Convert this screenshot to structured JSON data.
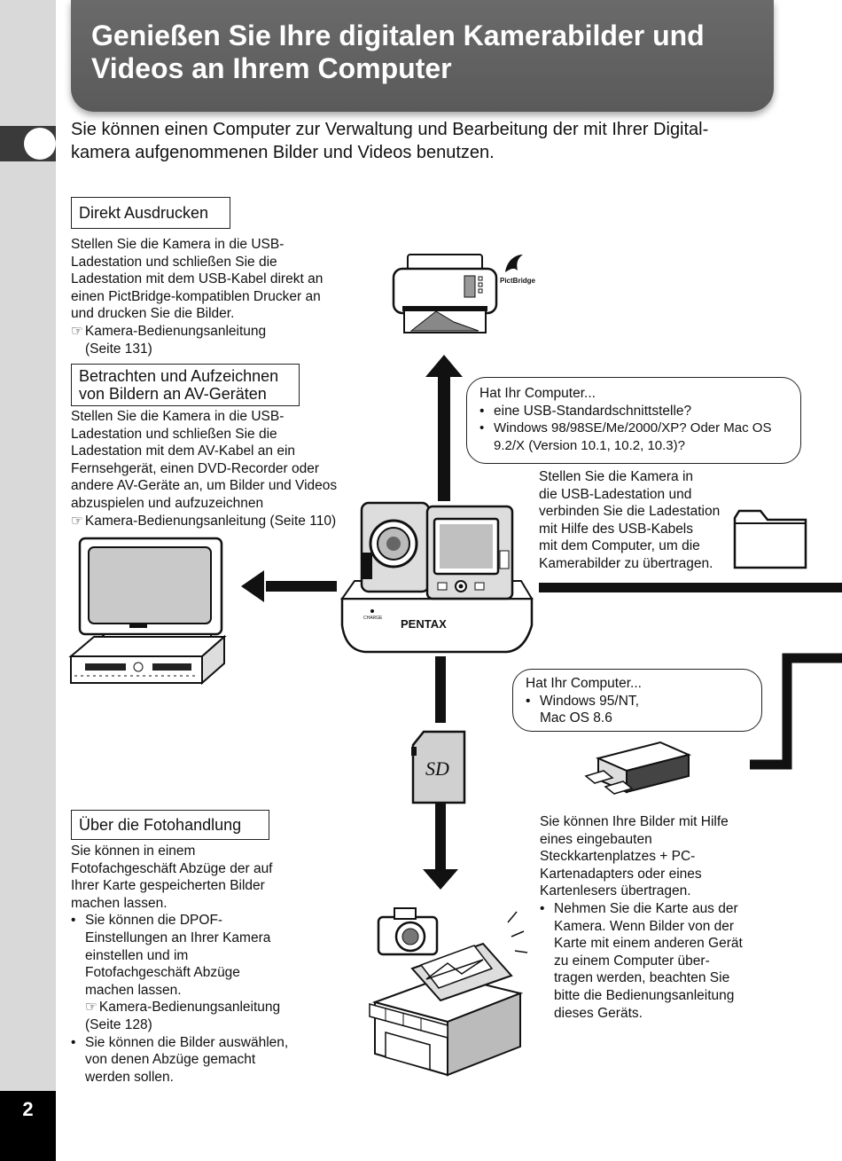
{
  "title": "Genießen Sie Ihre digitalen Kamerabilder und Videos an Ihrem Computer",
  "title_line1": "Genießen Sie Ihre digitalen Kamerabilder und",
  "title_line2": "Videos an Ihrem Computer",
  "intro_line1": "Sie können einen Computer zur Verwaltung und Bearbeitung der mit Ihrer Digital-",
  "intro_line2": "kamera aufgenommenen Bilder und Videos benutzen.",
  "page_number": "2",
  "direct_print": {
    "heading": "Direkt Ausdrucken",
    "lines": [
      "Stellen Sie die Kamera in die USB-",
      "Ladestation und schließen Sie die",
      "Ladestation mit dem USB-Kabel direkt an",
      "einen PictBridge-kompatiblen Drucker an",
      "und drucken Sie die Bilder."
    ],
    "ref": "Kamera-Bedienungsanleitung",
    "ref_page": "(Seite 131)"
  },
  "av_devices": {
    "heading_line1": "Betrachten und Aufzeichnen",
    "heading_line2": "von Bildern an AV-Geräten",
    "lines": [
      "Stellen Sie die Kamera in die USB-",
      "Ladestation und schließen Sie die",
      "Ladestation mit dem AV-Kabel an ein",
      "Fernsehgerät, einen DVD-Recorder oder",
      "andere AV-Geräte an, um Bilder und Videos",
      "abzuspielen und aufzuzeichnen"
    ],
    "ref": "Kamera-Bedienungsanleitung (Seite 110)"
  },
  "computer_usb": {
    "bubble_title": "Hat Ihr Computer...",
    "bullet1": "eine USB-Standardschnittstelle?",
    "bullet2_line1": "Windows 98/98SE/Me/2000/XP? Oder Mac OS",
    "bullet2_line2": "9.2/X (Version 10.1, 10.2, 10.3)?",
    "lines": [
      "Stellen Sie die Kamera in",
      "die USB-Ladestation und",
      "verbinden Sie die Ladestation",
      "mit Hilfe des USB-Kabels",
      "mit dem Computer, um die",
      "Kamerabilder zu übertragen."
    ]
  },
  "computer_legacy": {
    "bubble_title": "Hat Ihr Computer...",
    "bullet_line1": "Windows 95/NT,",
    "bullet_line2": "Mac OS 8.6"
  },
  "card_reader": {
    "lines": [
      "Sie können Ihre Bilder mit Hilfe",
      "eines eingebauten",
      "Steckkartenplatzes + PC-",
      "Kartenadapters oder eines",
      "Kartenlesers übertragen."
    ],
    "bullet_lines": [
      "Nehmen Sie die Karte aus der",
      "Kamera. Wenn Bilder von der",
      "Karte mit einem anderen Gerät",
      "zu einem Computer über-",
      "tragen werden, beachten Sie",
      "bitte die Bedienungsanleitung",
      "dieses Geräts."
    ]
  },
  "photo_shop": {
    "heading": "Über die Fotohandlung",
    "lines": [
      "Sie können in einem",
      "Fotofachgeschäft Abzüge der auf",
      "Ihrer Karte gespeicherten Bilder",
      "machen lassen."
    ],
    "bullet1_lines": [
      "Sie können die DPOF-",
      "Einstellungen an Ihrer Kamera",
      "einstellen und im",
      "Fotofachgeschäft Abzüge",
      "machen lassen."
    ],
    "bullet1_ref": "Kamera-Bedienungsanleitung",
    "bullet1_ref_page": "(Seite 128)",
    "bullet2_lines": [
      "Sie können die Bilder auswählen,",
      "von denen Abzüge gemacht",
      "werden sollen."
    ]
  },
  "labels": {
    "pictbridge": "PictBridge",
    "pentax": "PENTAX",
    "charge": "CHARGE",
    "sd": "SD"
  },
  "icons": [
    "printer-icon",
    "pictbridge-logo",
    "television-icon",
    "dvd-recorder-icon",
    "camera-dock-icon",
    "folder-icon",
    "sd-card-icon",
    "card-reader-icon",
    "photo-shop-icon"
  ]
}
